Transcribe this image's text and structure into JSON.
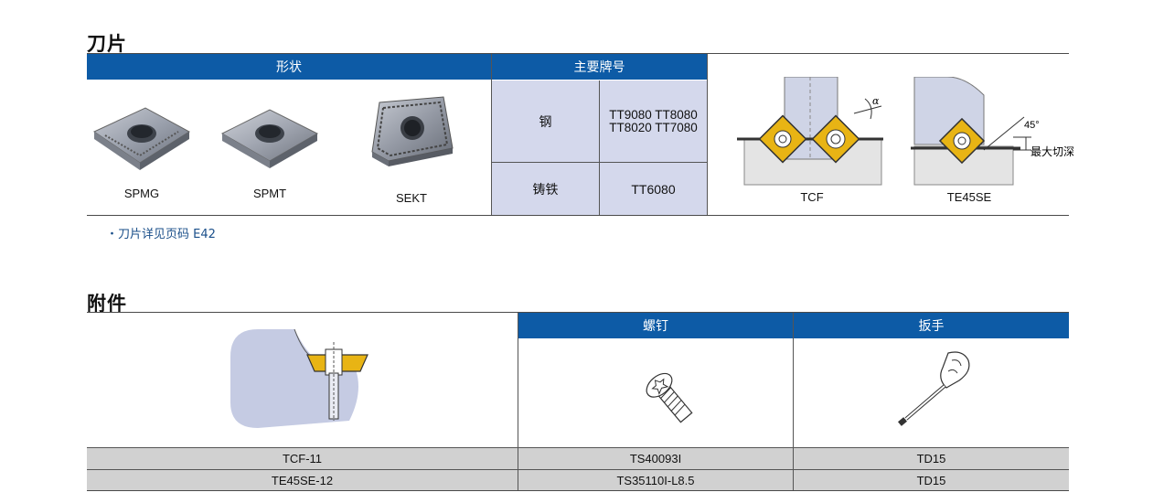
{
  "inserts_section": {
    "title": "刀片",
    "shape_header": "形状",
    "grades_header": "主要牌号",
    "shapes": [
      {
        "label": "SPMG",
        "icon": "spmg-insert-icon"
      },
      {
        "label": "SPMT",
        "icon": "spmt-insert-icon"
      },
      {
        "label": "SEKT",
        "icon": "sekt-insert-icon"
      }
    ],
    "grades": [
      {
        "material": "钢",
        "line1": "TT9080  TT8080",
        "line2": "TT8020  TT7080"
      },
      {
        "material": "铸铁",
        "line1": "TT6080",
        "line2": ""
      }
    ],
    "diagrams": [
      {
        "label": "TCF",
        "annotation": "α"
      },
      {
        "label": "TE45SE",
        "angle": "45°",
        "depth": "最大切深"
      }
    ],
    "note": "・刀片详见页码 E42"
  },
  "accessories_section": {
    "title": "附件",
    "screw_header": "螺钉",
    "wrench_header": "扳手",
    "rows": [
      {
        "holder": "TCF-11",
        "screw": "TS40093I",
        "wrench": "TD15"
      },
      {
        "holder": "TE45SE-12",
        "screw": "TS35110I-L8.5",
        "wrench": "TD15"
      }
    ]
  },
  "colors": {
    "header_blue": "#0d5ba6",
    "lavender": "#d4d8ec",
    "row_grey": "#d1d1d1",
    "insert_gold": "#e8b414"
  }
}
